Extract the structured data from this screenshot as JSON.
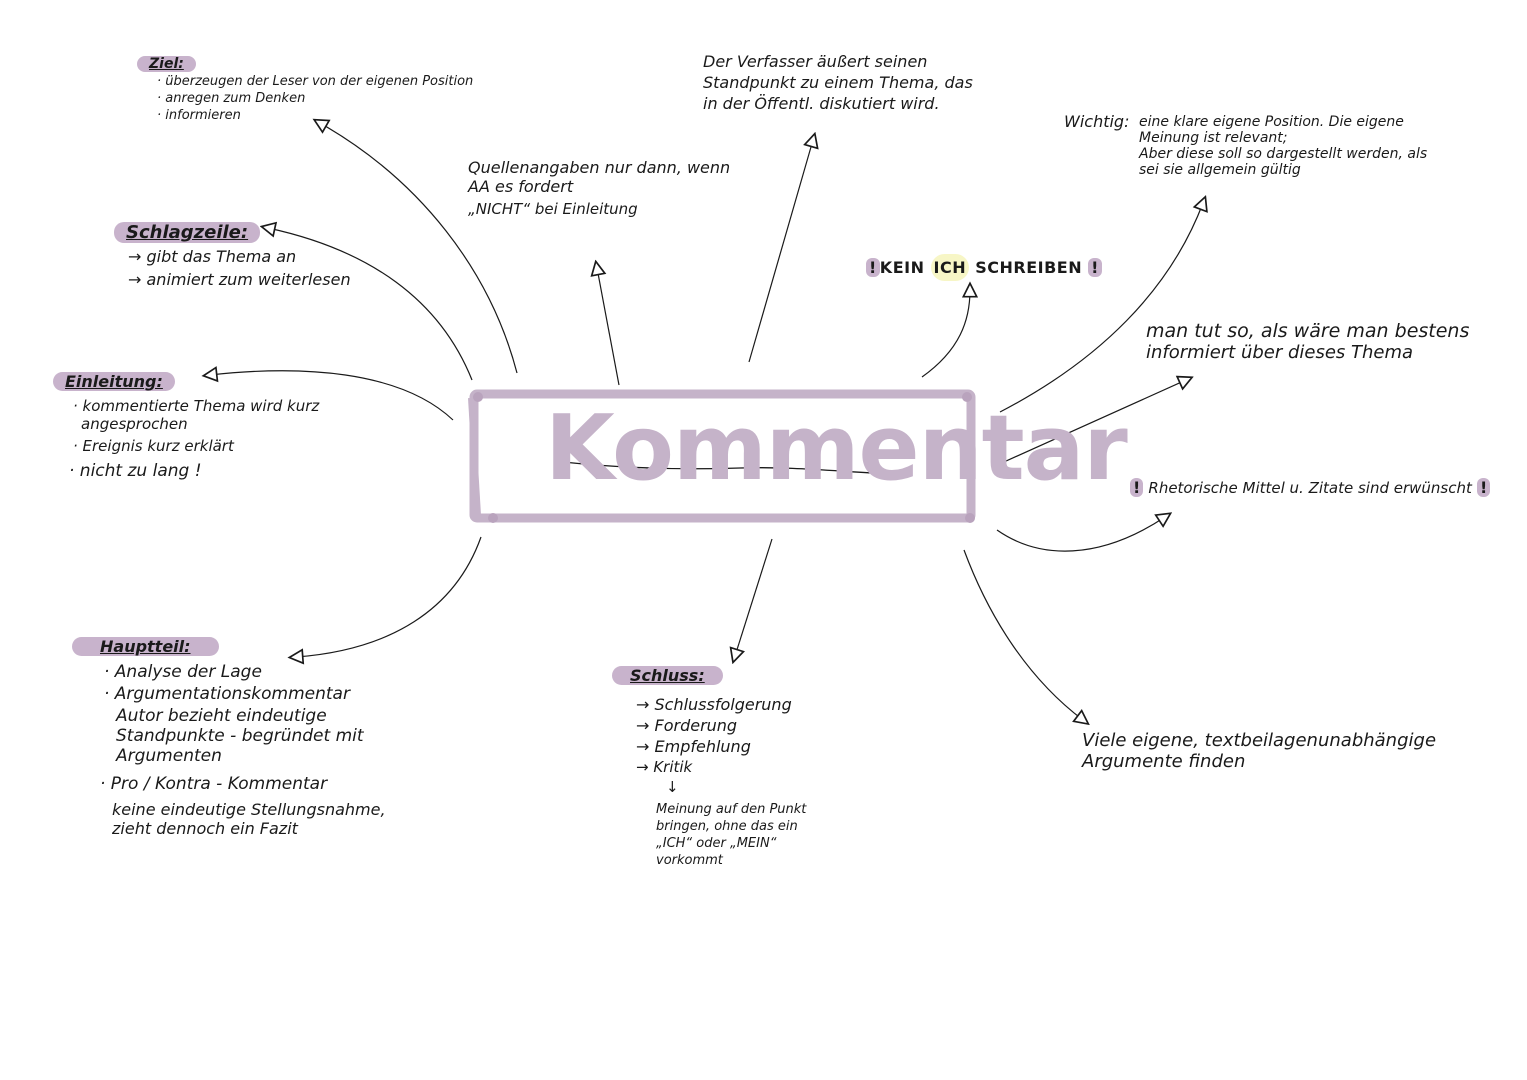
{
  "center": {
    "title": "Kommentar"
  },
  "ziel": {
    "heading": "Ziel:",
    "items": [
      "· überzeugen der Leser von der eigenen Position",
      "· anregen zum Denken",
      "· informieren"
    ]
  },
  "schlagzeile": {
    "heading": "Schlagzeile:",
    "items": [
      "→ gibt das Thema an",
      "→ animiert zum weiterlesen"
    ]
  },
  "einleitung": {
    "heading": "Einleitung:",
    "items": [
      "· kommentierte Thema wird kurz",
      "angesprochen",
      "· Ereignis kurz erklärt",
      "· nicht zu lang !"
    ]
  },
  "hauptteil": {
    "heading": "Hauptteil:",
    "items": [
      "· Analyse der Lage",
      "· Argumentationskommentar",
      "Autor bezieht eindeutige",
      "Standpunkte - begründet mit",
      "Argumenten",
      "· Pro / Kontra - Kommentar",
      "keine eindeutige Stellungsnahme,",
      "zieht dennoch ein Fazit"
    ]
  },
  "quellen": {
    "lines": [
      "Quellenangaben nur dann, wenn",
      "AA es fordert",
      "„NICHT“ bei Einleitung"
    ]
  },
  "verfasser": {
    "lines": [
      "Der Verfasser äußert seinen",
      "Standpunkt zu einem Thema, das",
      "in der Öffentl. diskutiert wird."
    ]
  },
  "kein_ich": {
    "bang": "!",
    "pre": "KEIN ",
    "ich": "ICH",
    "post": " SCHREIBEN"
  },
  "wichtig": {
    "label": "Wichtig:",
    "lines": [
      "eine klare eigene Position. Die eigene",
      "Meinung ist relevant;",
      "Aber diese soll so dargestellt werden, als",
      "sei sie allgemein gültig"
    ]
  },
  "informiert": {
    "lines": [
      "man tut so, als wäre man bestens",
      "informiert über dieses Thema"
    ]
  },
  "rhetorisch": {
    "bang": "!",
    "text": "Rhetorische Mittel u. Zitate sind erwünscht"
  },
  "argumente": {
    "lines": [
      "Viele eigene, textbeilagenunabhängige",
      "Argumente finden"
    ]
  },
  "schluss": {
    "heading": "Schluss:",
    "items": [
      "→ Schlussfolgerung",
      "→ Forderung",
      "→ Empfehlung",
      "→ Kritik"
    ],
    "down_arrow": "↓",
    "note": [
      "Meinung auf den Punkt",
      "bringen, ohne das ein",
      "„ICH“ oder „MEIN“",
      "vorkommt"
    ]
  },
  "colors": {
    "accent": "#c8b3cc",
    "title": "#c5b3c9",
    "highlight_yellow": "#f7f6c6",
    "ink": "#1a1a1a"
  }
}
